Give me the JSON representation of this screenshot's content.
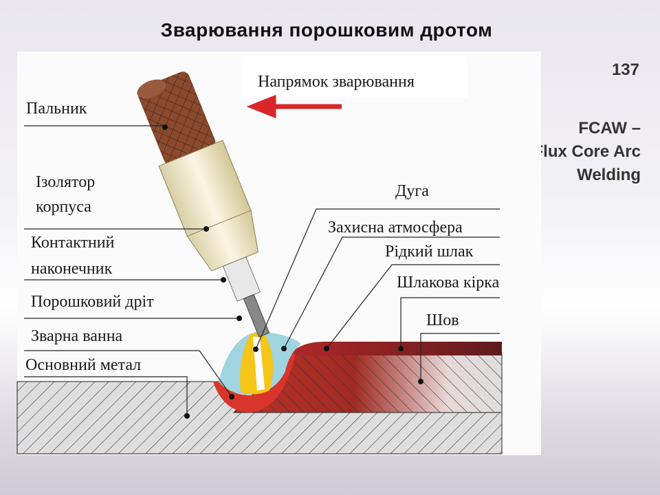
{
  "title": "Зварювання порошковим дротом",
  "slide_number": "137",
  "side_text": [
    "FCAW –",
    "Flux Core Arc",
    "Welding"
  ],
  "diagram": {
    "direction_label": "Напрямок зварювання",
    "labels": {
      "torch": "Пальник",
      "insulator_1": "Ізолятор",
      "insulator_2": "корпуса",
      "contact_tip_1": "Контактний",
      "contact_tip_2": "наконечник",
      "flux_wire": "Порошковий дріт",
      "weld_pool": "Зварна ванна",
      "base_metal": "Основний метал",
      "arc": "Дуга",
      "shielding": "Захисна атмосфера",
      "liquid_slag": "Рідкий шлак",
      "slag_crust": "Шлакова кірка",
      "seam": "Шов"
    },
    "colors": {
      "arrow": "#d8262b",
      "torch": "#8a4a2e",
      "nozzle": "#efe6c4",
      "pool": "#d9352a",
      "slag": "#7a1d1d",
      "shield": "#9fd4e0",
      "arc": "#f5c518"
    }
  }
}
